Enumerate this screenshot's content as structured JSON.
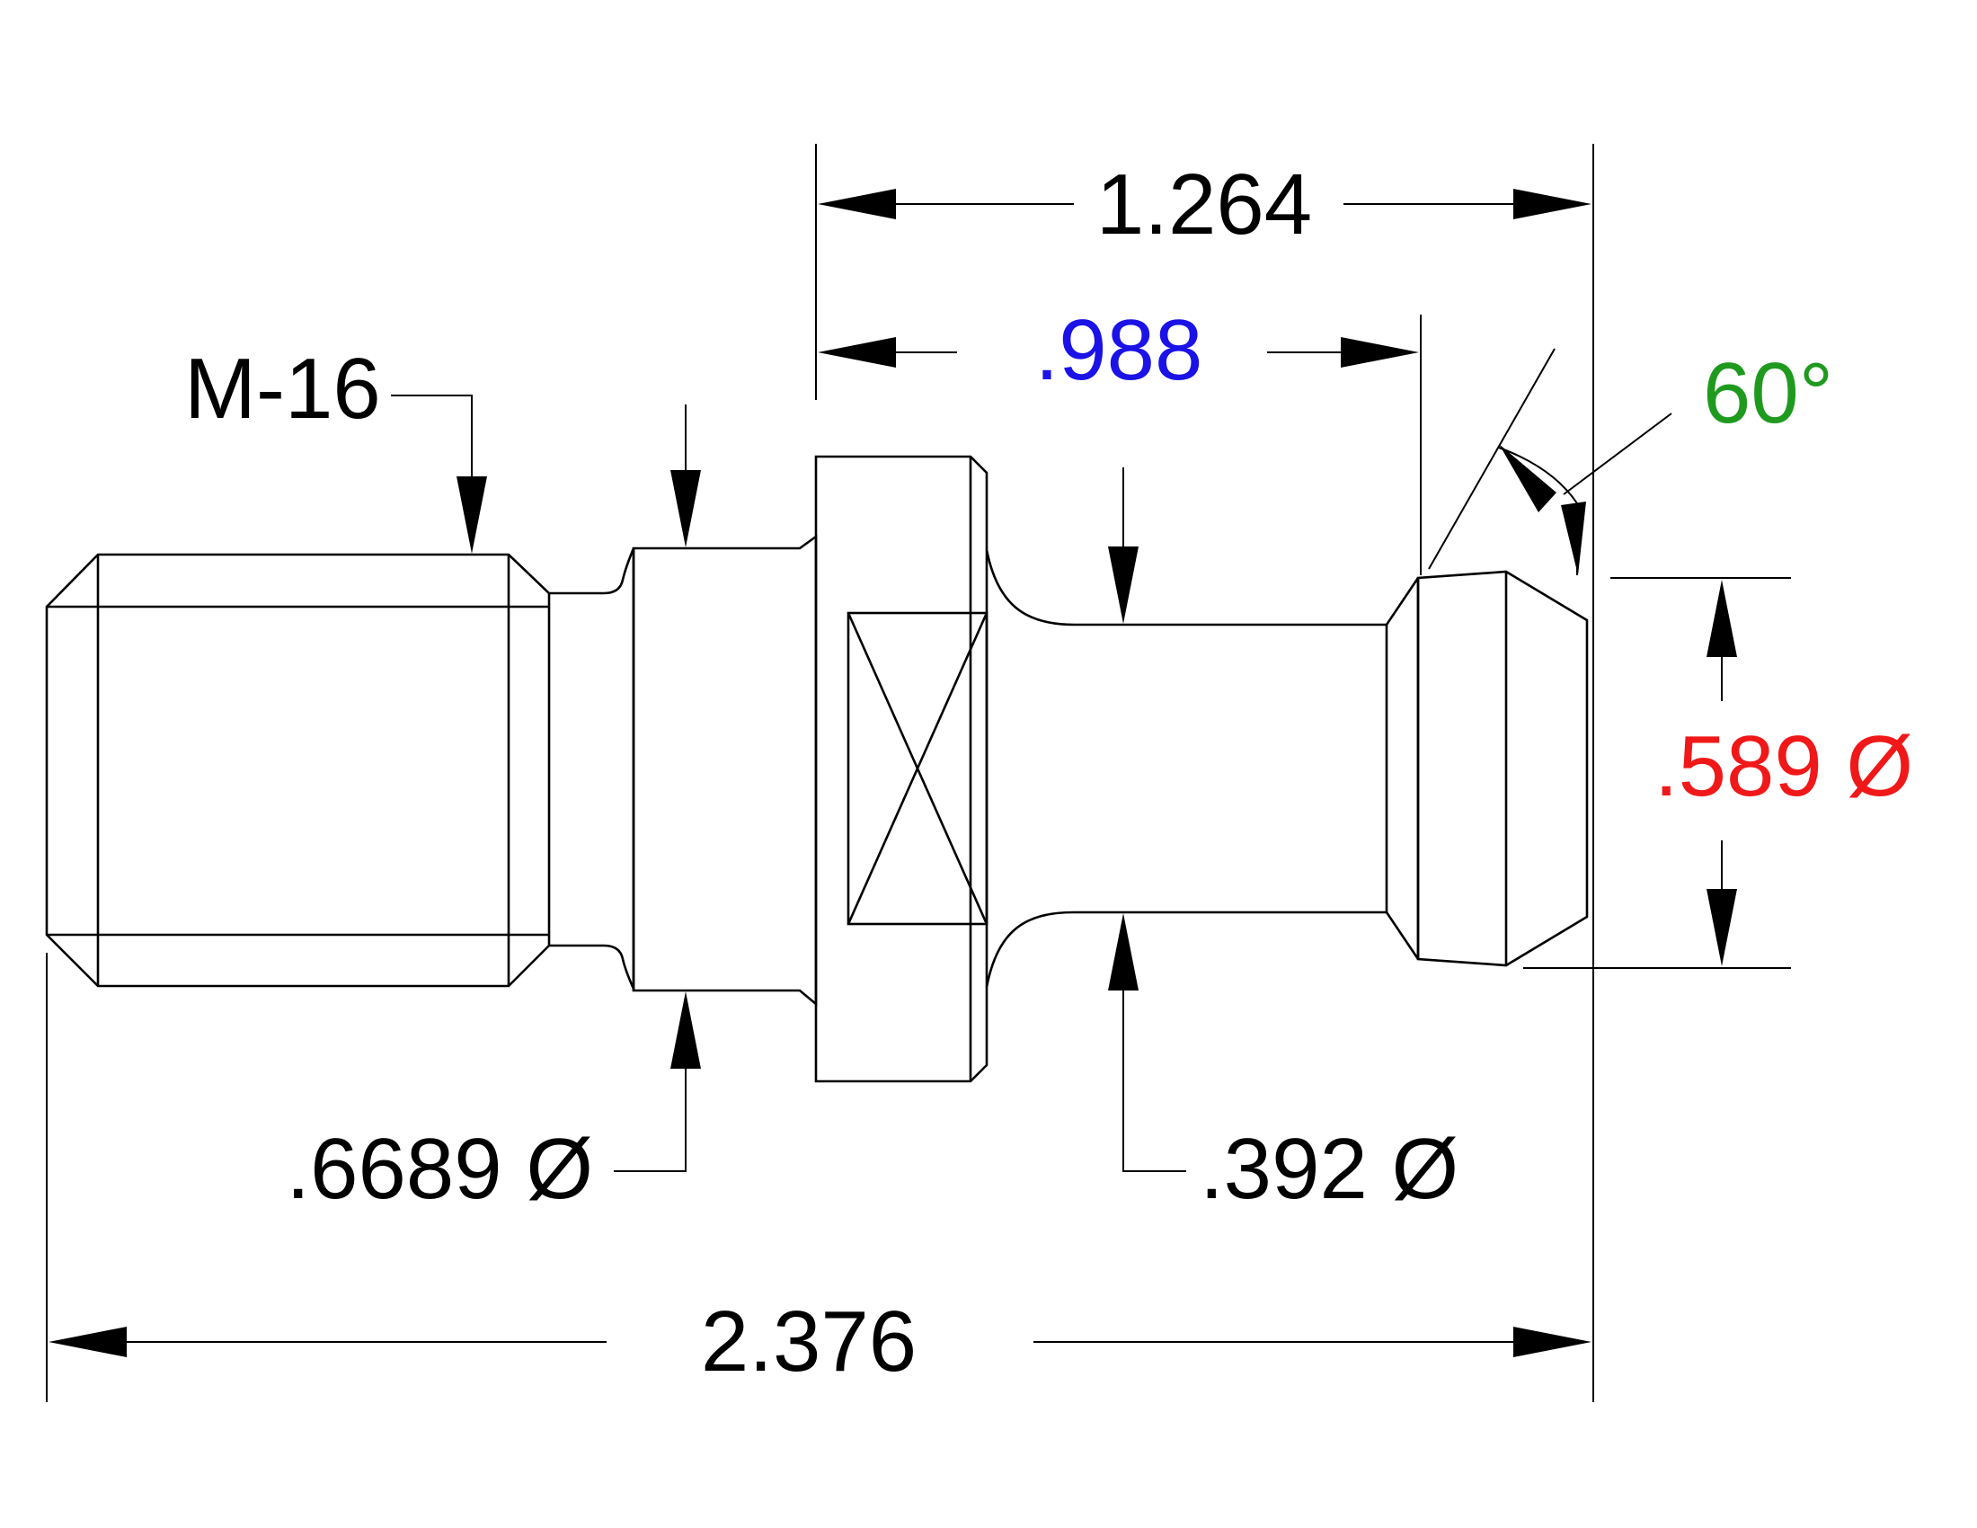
{
  "drawing": {
    "dimensions": {
      "overall_length": "2.376",
      "head_length": "1.264",
      "neck_length": ".988",
      "thread": "M-16",
      "collar_diameter": ".6689 Ø",
      "neck_diameter": ".392 Ø",
      "head_diameter": ".589 Ø",
      "angle": "60°"
    },
    "colors": {
      "text": "#000000",
      "neck_length": "#1a12e6",
      "head_diameter": "#f01818",
      "angle": "#1f9a1f"
    }
  }
}
